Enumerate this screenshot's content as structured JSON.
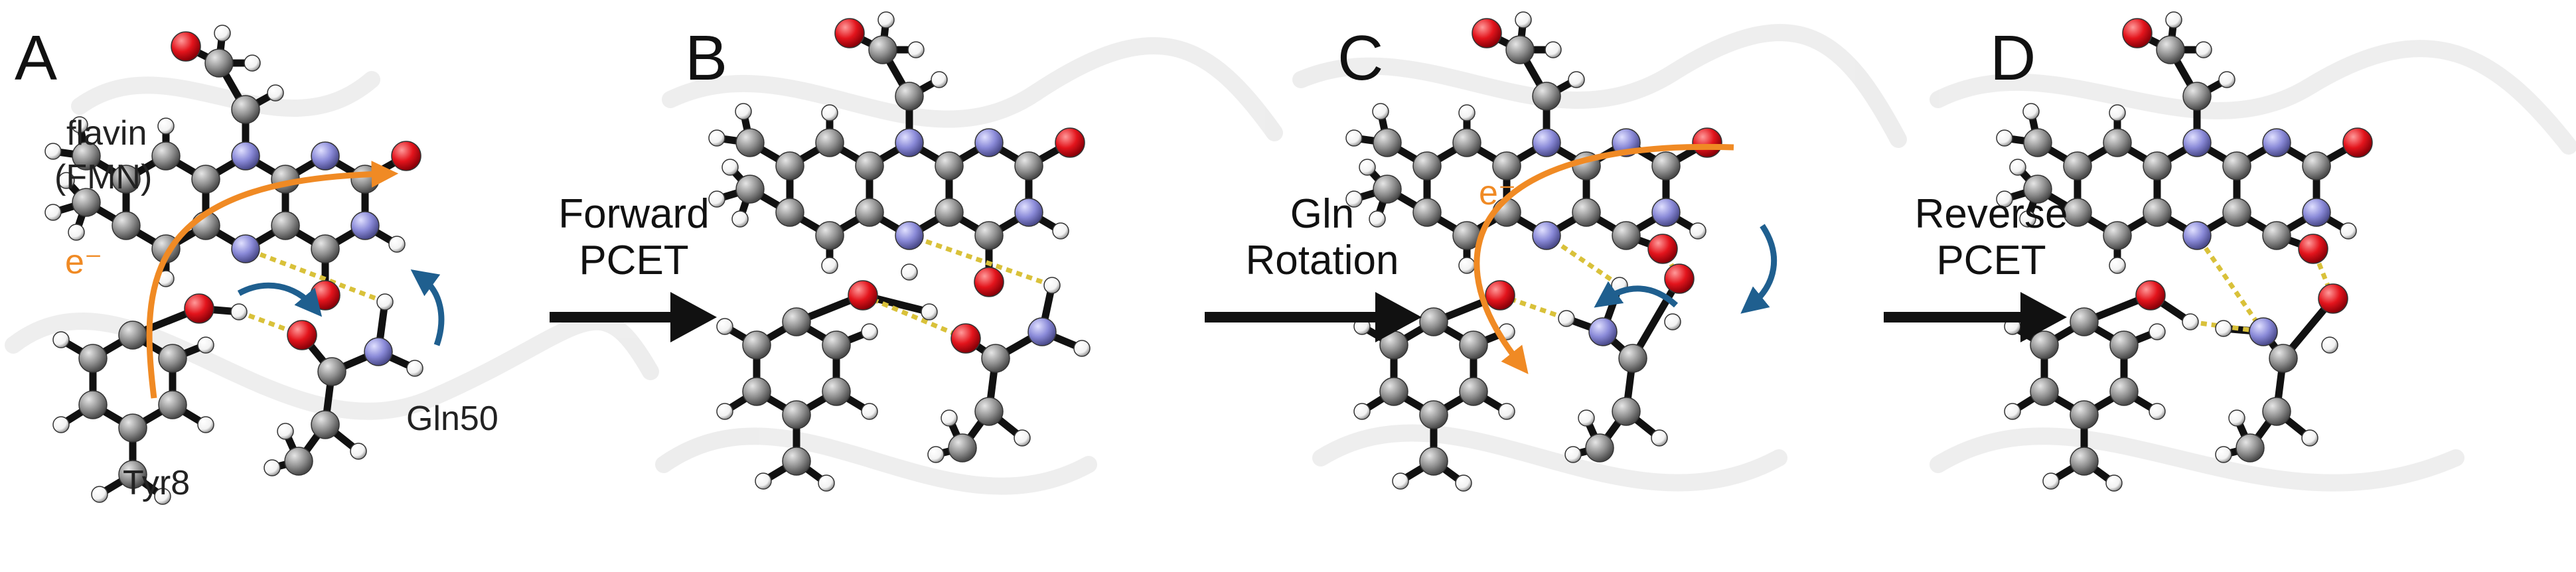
{
  "panels": [
    {
      "letter": "A",
      "labels": {
        "flavin_1": "flavin",
        "flavin_2": "(FMN)",
        "electron": "e⁻",
        "gln": "Gln50",
        "tyr": "Tyr8"
      }
    },
    {
      "letter": "B"
    },
    {
      "letter": "C",
      "labels": {
        "electron": "e⁻"
      }
    },
    {
      "letter": "D"
    }
  ],
  "steps": [
    {
      "line1": "Forward",
      "line2": "PCET"
    },
    {
      "line1": "Gln",
      "line2": "Rotation"
    },
    {
      "line1": "Reverse",
      "line2": "PCET"
    }
  ],
  "colors": {
    "carbon": "#8c8c8c",
    "hydrogen": "#ffffff",
    "oxygen": "#e3141c",
    "nitrogen": "#8a8ad8",
    "electron_arrow": "#f08a24",
    "proton_arrow": "#1f5f8f",
    "hbond": "#d9c13a",
    "background_ribbon": "#eeeeee"
  }
}
